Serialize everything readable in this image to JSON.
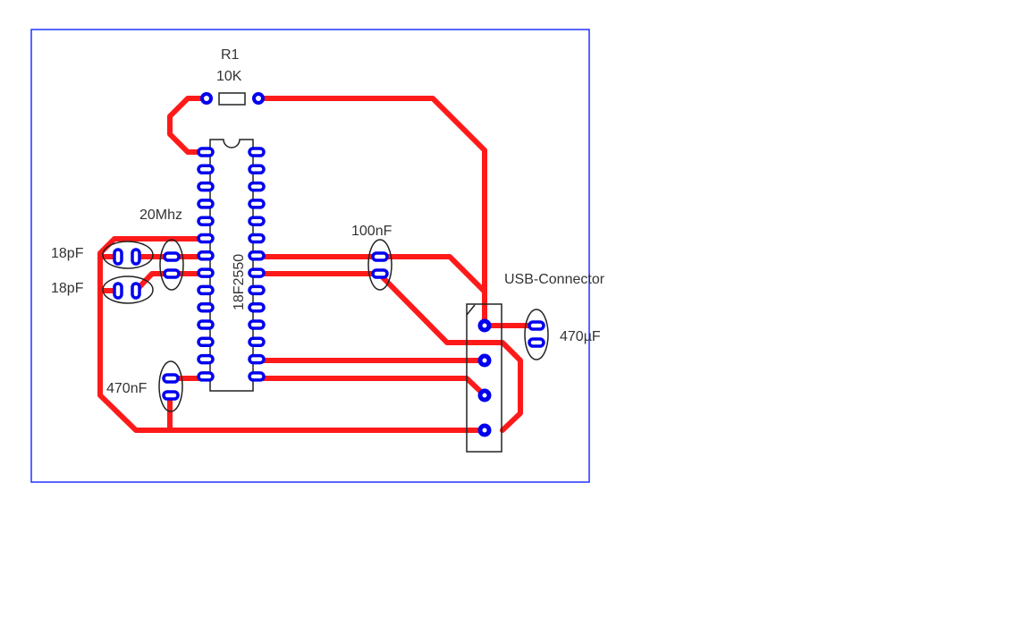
{
  "colors": {
    "trace": "#ff1a1a",
    "pad": "#0000ee",
    "outline": "#2233ff",
    "component": "#222222",
    "text": "#333333",
    "background": "#ffffff"
  },
  "labels": {
    "resistor_name": "R1",
    "resistor_value": "10K",
    "chip": "18F2550",
    "crystal": "20Mhz",
    "cap_18pf_top": "18pF",
    "cap_18pf_bottom": "18pF",
    "cap_100nf": "100nF",
    "usb_connector": "USB-Connector",
    "cap_470uf": "470µF",
    "cap_470nf": "470nF"
  }
}
